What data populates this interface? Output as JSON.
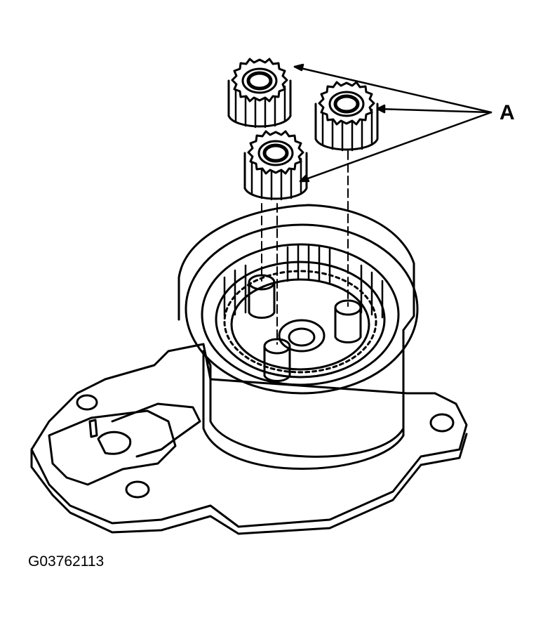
{
  "callout": {
    "label": "A"
  },
  "figure": {
    "code": "G03762113"
  },
  "colors": {
    "ink": "#000000",
    "paper": "#ffffff"
  },
  "parts": {
    "gears": [
      "planet-gear",
      "planet-gear",
      "planet-gear"
    ],
    "pins": [
      "carrier-pin",
      "carrier-pin",
      "carrier-pin"
    ],
    "housing": "gear-housing",
    "ring_gear": "internal-ring-gear"
  }
}
